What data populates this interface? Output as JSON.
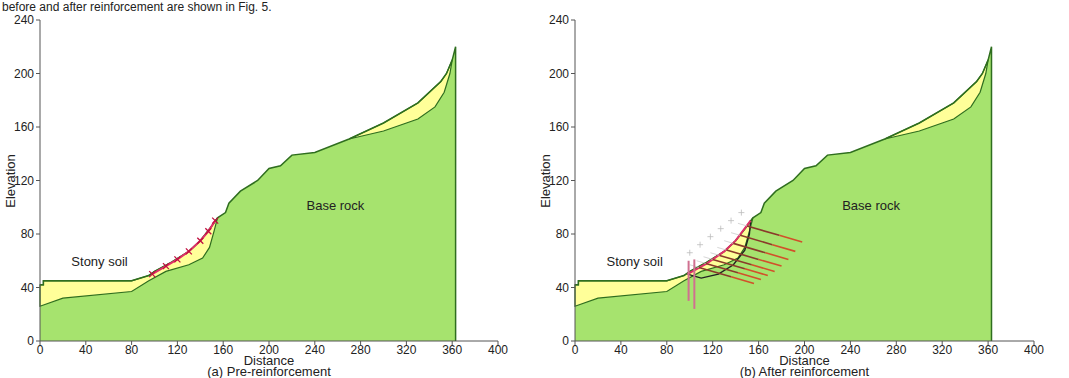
{
  "diagram": {
    "labels": [
      "before and after reinforcement are shown in Fig. 5.",
      "0",
      "40",
      "80",
      "120",
      "160",
      "200",
      "240",
      "0",
      "40",
      "80",
      "120",
      "160",
      "200",
      "240",
      "280",
      "320",
      "360",
      "400",
      "Elevation",
      "Distance",
      "Stony soil",
      "Base rock",
      "(a) Pre-reinforcement",
      "0",
      "40",
      "80",
      "120",
      "160",
      "200",
      "240",
      "0",
      "40",
      "80",
      "120",
      "160",
      "200",
      "240",
      "280",
      "320",
      "360",
      "400",
      "Elevation",
      "Distance",
      "Stony soil",
      "Base rock",
      "(b) After reinforcement"
    ]
  }
}
